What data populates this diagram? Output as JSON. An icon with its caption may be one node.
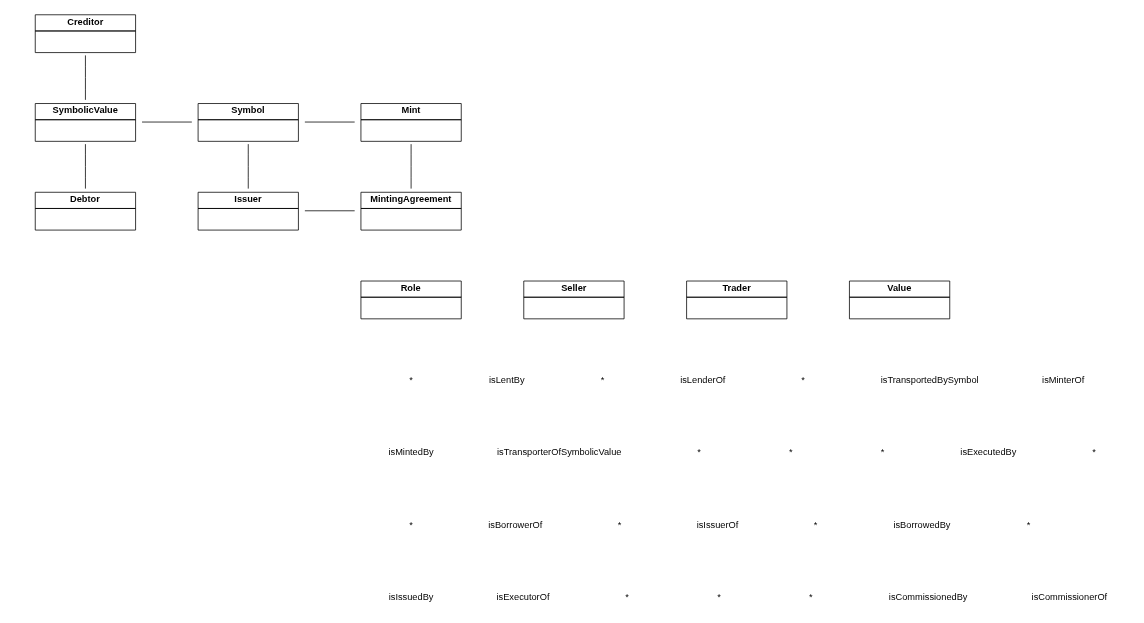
{
  "diagram": {
    "nodes": [
      {
        "text": [
          "Creditor"
        ]
      },
      {
        "text": [
          "SymbolicValue"
        ]
      },
      {
        "text": [
          "Symbol"
        ]
      },
      {
        "text": [
          "Mint"
        ]
      },
      {
        "text": [
          "Debtor"
        ]
      },
      {
        "text": [
          "Issuer"
        ]
      },
      {
        "text": [
          "MintingAgreement"
        ]
      },
      {
        "text": [
          "Role"
        ]
      },
      {
        "text": [
          "Seller"
        ]
      },
      {
        "text": [
          "Trader"
        ]
      },
      {
        "text": [
          "Value"
        ]
      }
    ],
    "edges": [
      {
        "from": 0,
        "to": 1,
        "arrow": "none"
      },
      {
        "from": 1,
        "to": 2,
        "arrow": "none"
      },
      {
        "from": 2,
        "to": 3,
        "arrow": "none"
      },
      {
        "from": 1,
        "to": 4,
        "arrow": "none"
      },
      {
        "from": 2,
        "to": 5,
        "arrow": "none"
      },
      {
        "from": 3,
        "to": 6,
        "arrow": "none"
      },
      {
        "from": 5,
        "to": 6,
        "arrow": "none"
      }
    ],
    "labels": [
      "*",
      "isLentBy",
      "*",
      "isLenderOf",
      "*",
      "isTransportedBySymbol",
      "isMinterOf",
      "isMintedBy",
      "isTransporterOfSymbolicValue",
      "*",
      "*",
      "*",
      "isExecutedBy",
      "*",
      "*",
      "isBorrowerOf",
      "*",
      "isIssuerOf",
      "*",
      "isBorrowedBy",
      "*",
      "isIssuedBy",
      "isExecutorOf",
      "*",
      "*",
      "*",
      "isCommissionedBy",
      "isCommissionerOf"
    ]
  }
}
